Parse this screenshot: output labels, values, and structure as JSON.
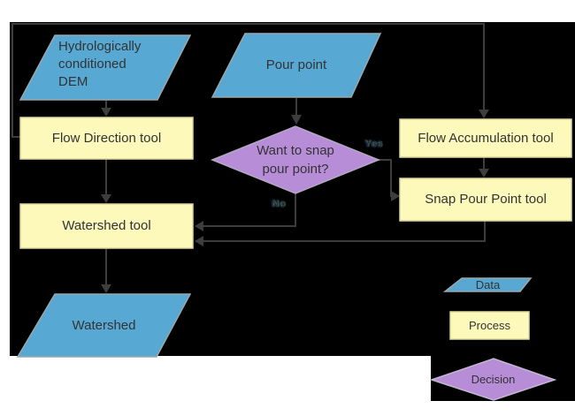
{
  "diagram": {
    "nodes": {
      "dem": {
        "type": "data",
        "label": "Hydrologically\nconditioned\nDEM"
      },
      "pour_point": {
        "type": "data",
        "label": "Pour point"
      },
      "flow_direction": {
        "type": "process",
        "label": "Flow Direction tool"
      },
      "decision": {
        "type": "decision",
        "label": "Want to snap\npour point?"
      },
      "flow_accumulation": {
        "type": "process",
        "label": "Flow Accumulation tool"
      },
      "snap_pour_point": {
        "type": "process",
        "label": "Snap Pour Point tool"
      },
      "watershed_tool": {
        "type": "process",
        "label": "Watershed tool"
      },
      "watershed": {
        "type": "data",
        "label": "Watershed"
      }
    },
    "edges": [
      {
        "from": "Hydrologically conditioned DEM",
        "to": "Flow Direction tool"
      },
      {
        "from": "Pour point",
        "to": "Want to snap pour point?"
      },
      {
        "from": "Flow Direction tool",
        "to": "Flow Accumulation tool"
      },
      {
        "from": "Flow Accumulation tool",
        "to": "Snap Pour Point tool"
      },
      {
        "from": "Want to snap pour point?",
        "to": "Snap Pour Point tool",
        "label": "Yes"
      },
      {
        "from": "Want to snap pour point?",
        "to": "Watershed tool",
        "label": "No"
      },
      {
        "from": "Snap Pour Point tool",
        "to": "Watershed tool"
      },
      {
        "from": "Flow Direction tool",
        "to": "Watershed tool"
      },
      {
        "from": "Watershed tool",
        "to": "Watershed"
      }
    ],
    "legend": {
      "data": {
        "label": "Data"
      },
      "process": {
        "label": "Process"
      },
      "decision": {
        "label": "Decision"
      }
    },
    "colors": {
      "page_background": "#ffffff",
      "canvas_background": "#000000",
      "data_fill": "#57a9d4",
      "process_fill": "#fcf9bb",
      "decision_fill": "#b88dd8",
      "connector": "#3d3d3d",
      "node_text": "#333333"
    }
  }
}
